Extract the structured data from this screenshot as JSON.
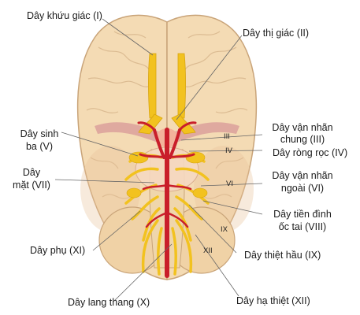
{
  "colors": {
    "brain": "#f4dbb4",
    "brain_outline": "#c9a479",
    "nerve": "#f2c21f",
    "artery": "#c91e2a",
    "optic_pink": "#dda39c"
  },
  "labels": {
    "olfactory": "Dây khứu giác (I)",
    "optic": "Dây thị giác (II)",
    "trigeminal_1": "Dây sinh",
    "trigeminal_2": "ba (V)",
    "oculomotor_1": "Dây vận nhãn",
    "oculomotor_2": "chung (III)",
    "trochlear": "Dây ròng rọc (IV)",
    "facial_1": "Dây",
    "facial_2": "mặt (VII)",
    "abducens_1": "Dây vận nhãn",
    "abducens_2": "ngoài (VI)",
    "vestibulocochlear_1": "Dây tiền đình",
    "vestibulocochlear_2": "ốc tai (VIII)",
    "accessory": "Dây phụ (XI)",
    "glossopharyngeal": "Dây thiệt hầu (IX)",
    "vagus": "Dây lang thang (X)",
    "hypoglossal": "Dây hạ thiệt (XII)"
  },
  "roman": {
    "III": "III",
    "IV": "IV",
    "VI": "VI",
    "IX": "IX",
    "XII": "XII"
  }
}
